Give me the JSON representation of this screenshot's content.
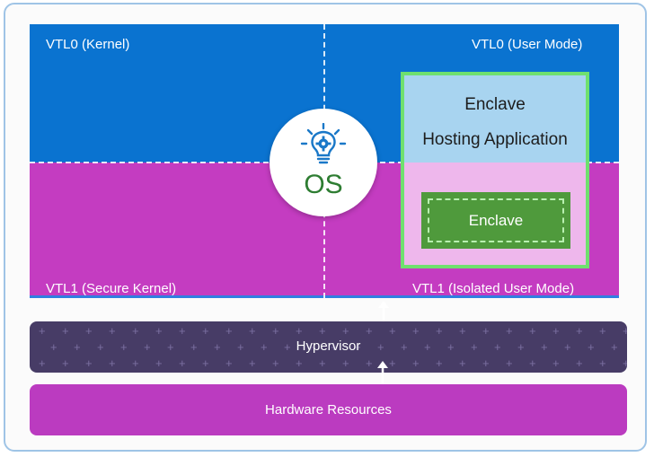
{
  "quadrants": {
    "vtl0_kernel": "VTL0 (Kernel)",
    "vtl0_user": "VTL0 (User Mode)",
    "vtl1_kernel": "VTL1 (Secure Kernel)",
    "vtl1_user": "VTL1 (Isolated User Mode)"
  },
  "os": {
    "label": "OS",
    "icon": "lightbulb-gear-icon"
  },
  "host_app": {
    "line1": "Enclave",
    "line2": "Hosting Application"
  },
  "enclave": {
    "label": "Enclave"
  },
  "hypervisor": {
    "label": "Hypervisor"
  },
  "hardware": {
    "label": "Hardware Resources"
  },
  "colors": {
    "vtl0": "#0a73d0",
    "vtl1": "#c43cc1",
    "hypervisor": "#473c66",
    "hardware": "#bb3bc0",
    "enclave": "#4f9a3c",
    "host_border": "#6fe06f",
    "os_text": "#2e7d32"
  }
}
